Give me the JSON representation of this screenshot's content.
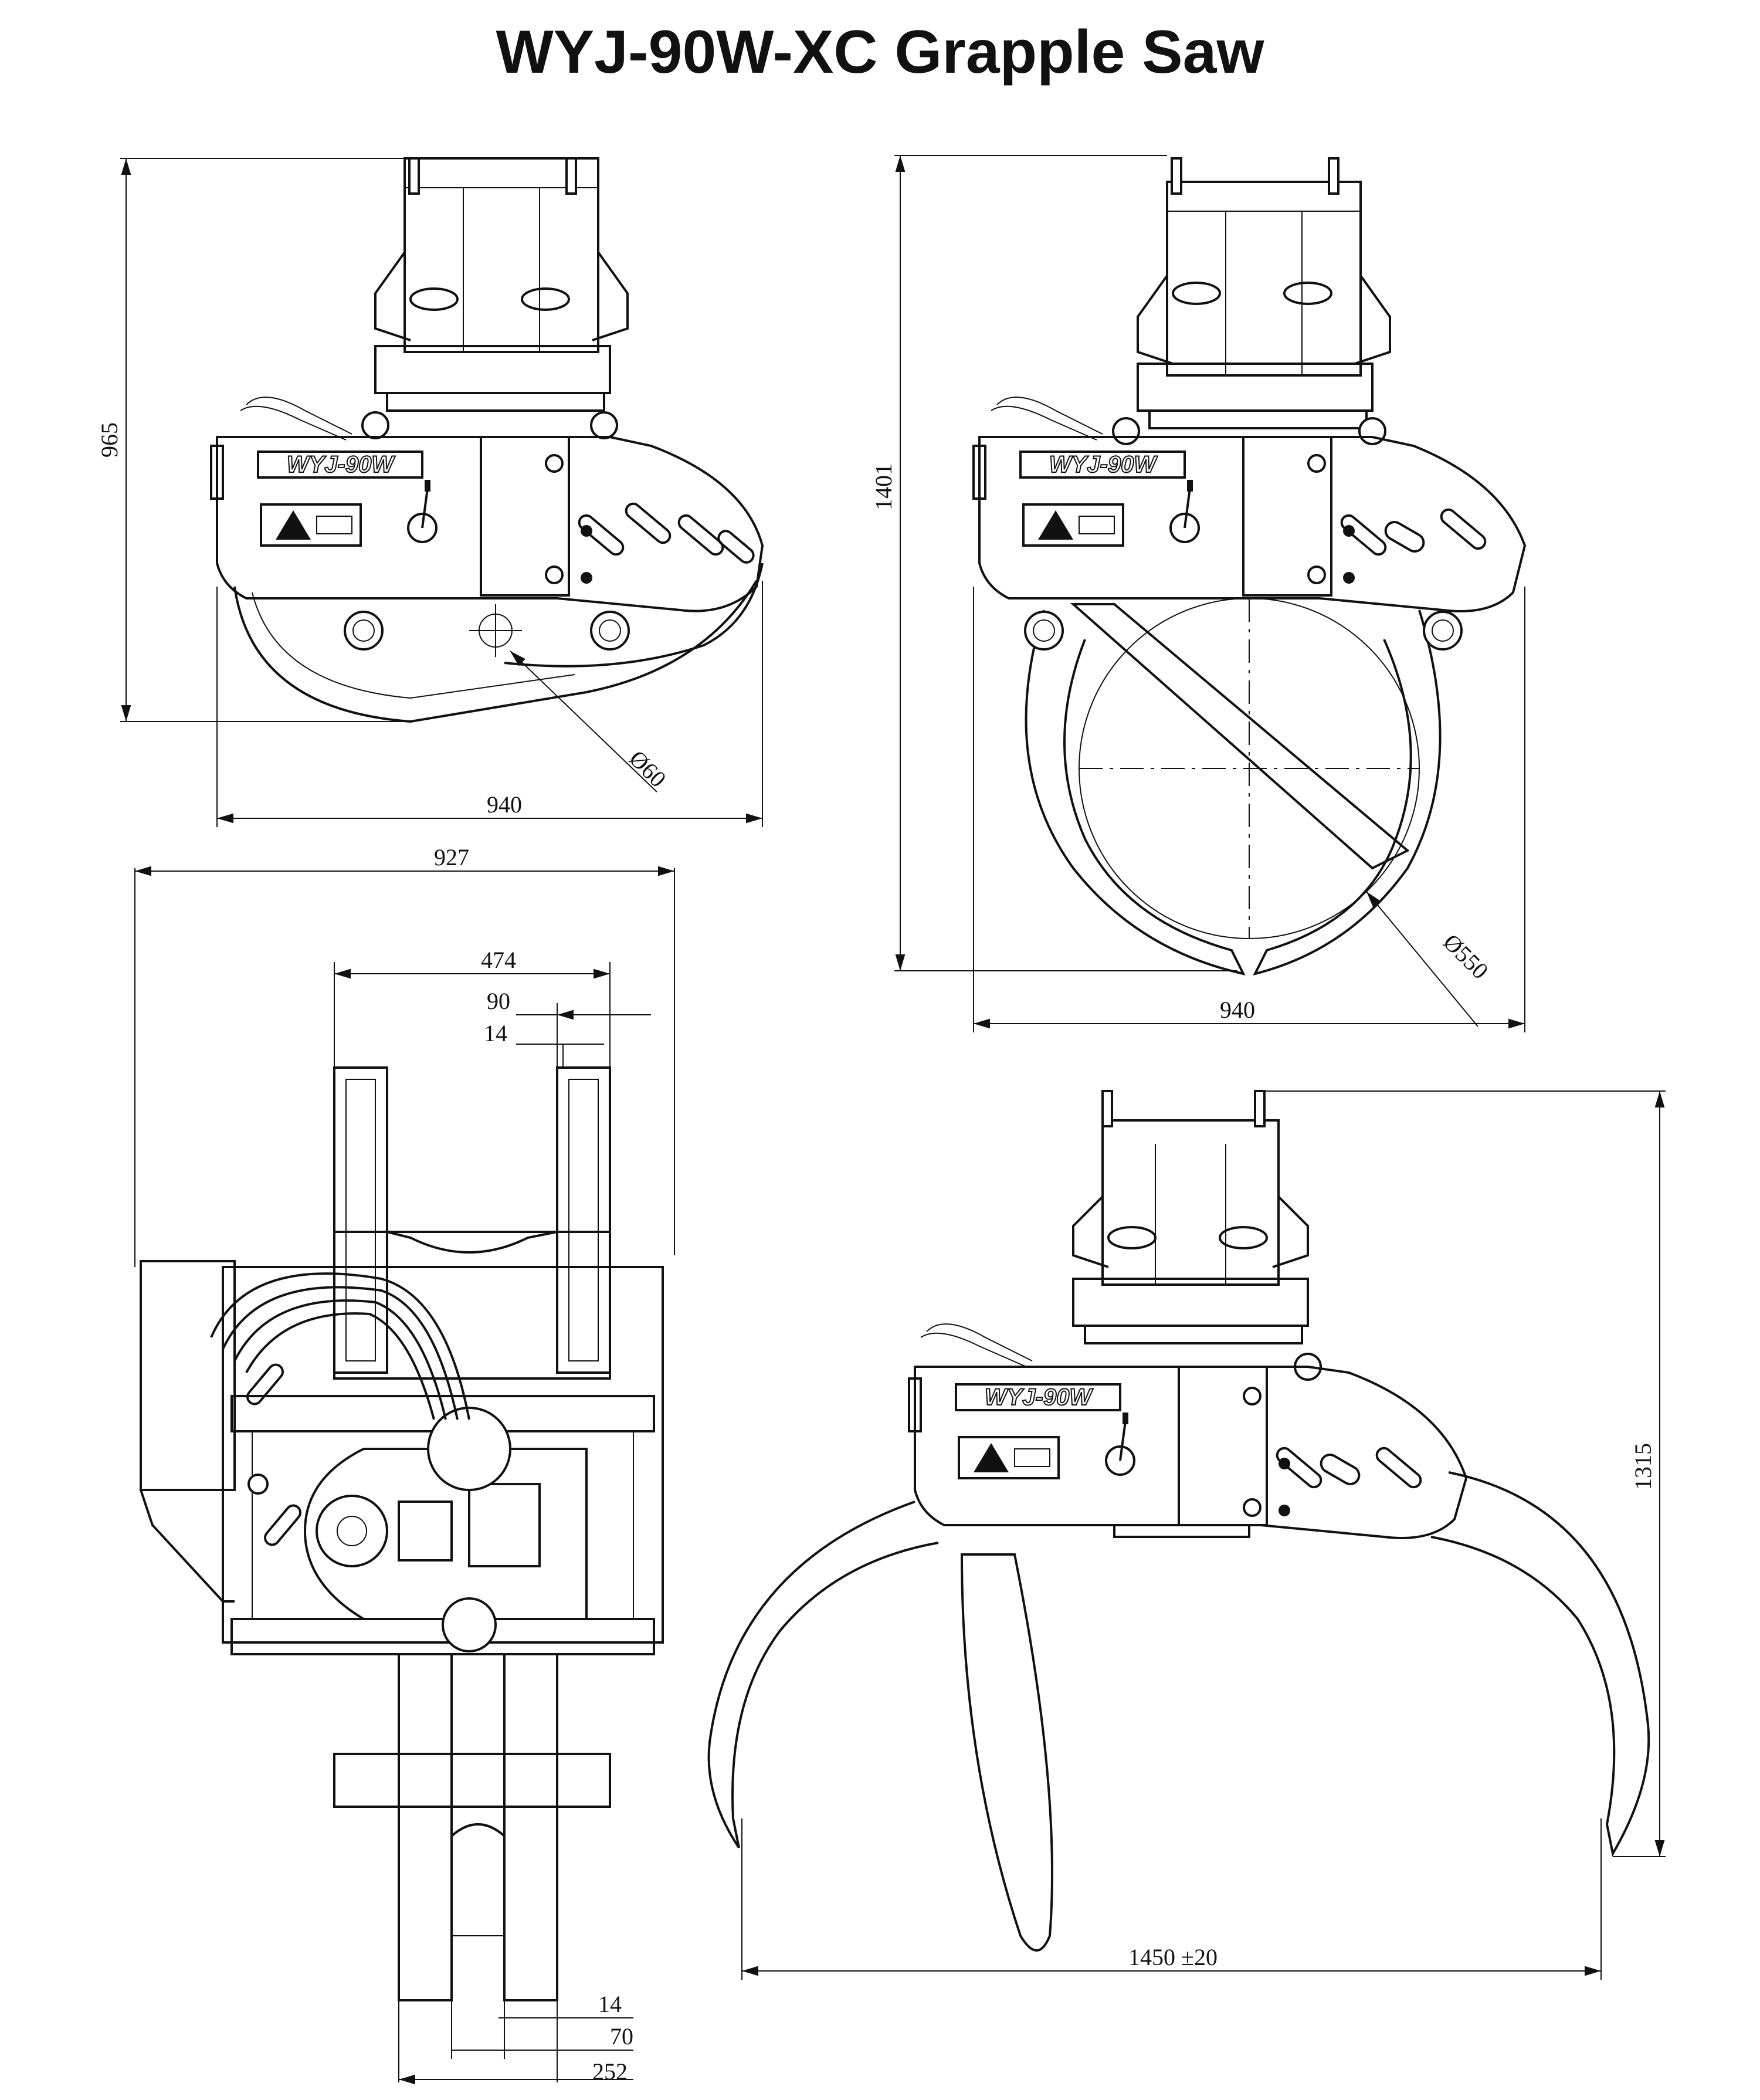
{
  "title": "WYJ-90W-XC Grapple Saw",
  "brand_marking": "WYJ-90W",
  "dimensions": {
    "view1_height": "965",
    "view1_width": "940",
    "view1_diameter": "Ø60",
    "view2_height": "1401",
    "view2_width": "940",
    "view2_diameter": "Ø550",
    "side_total_width": "927",
    "side_upper_width": "474",
    "side_upper_90": "90",
    "side_upper_14": "14",
    "side_lower_14": "14",
    "side_lower_70": "70",
    "side_lower_252": "252",
    "view4_height": "1315",
    "view4_width": "1450 ±20"
  }
}
